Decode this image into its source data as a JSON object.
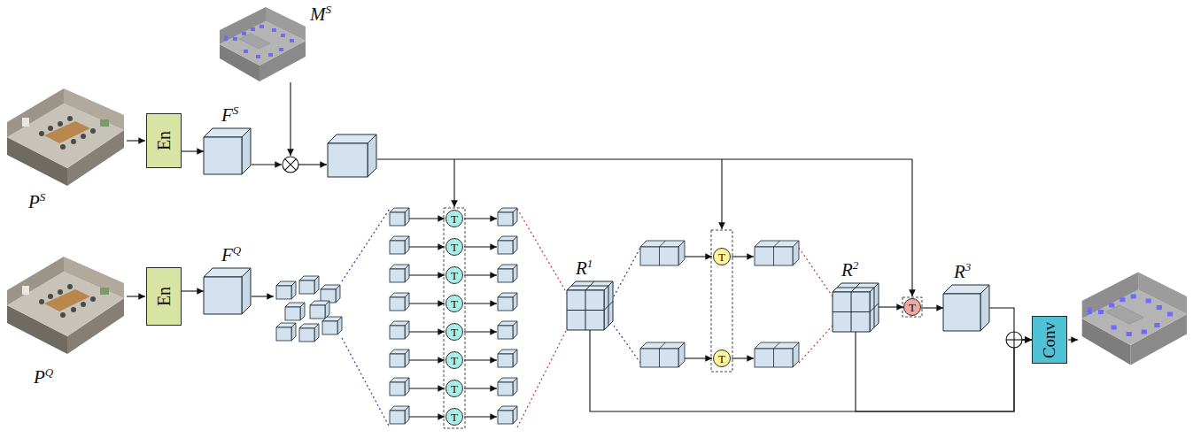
{
  "diagram": {
    "nodes": [
      {
        "text": [
          "En"
        ]
      },
      {
        "text": [
          "FS"
        ]
      },
      {
        "text": [
          "En"
        ]
      },
      {
        "text": [
          "FQ"
        ]
      },
      {
        "text": [
          "T"
        ]
      },
      {
        "text": [
          "T"
        ]
      },
      {
        "text": [
          "T"
        ]
      },
      {
        "text": [
          "T"
        ]
      },
      {
        "text": [
          "T"
        ]
      },
      {
        "text": [
          "T"
        ]
      },
      {
        "text": [
          "T"
        ]
      },
      {
        "text": [
          "T"
        ]
      },
      {
        "text": [
          "R1"
        ]
      },
      {
        "text": [
          "T"
        ]
      },
      {
        "text": [
          "T"
        ]
      },
      {
        "text": [
          "R2"
        ]
      },
      {
        "text": [
          "T"
        ]
      },
      {
        "text": [
          "R3"
        ]
      },
      {
        "text": [
          "Conv"
        ]
      }
    ],
    "edges": [
      {
        "from": 0,
        "to": 1,
        "arrow": "to"
      },
      {
        "from": 2,
        "to": 3,
        "arrow": "to"
      },
      {
        "from": 15,
        "to": 16,
        "arrow": "to"
      },
      {
        "from": 16,
        "to": 17,
        "arrow": "to"
      },
      {
        "from": 17,
        "to": 18,
        "arrow": "to"
      },
      {
        "from": 12,
        "to": 18,
        "arrow": "to"
      },
      {
        "from": 15,
        "to": 18,
        "arrow": "to"
      }
    ],
    "labels": [
      "MS",
      "PS",
      "PQ"
    ]
  }
}
